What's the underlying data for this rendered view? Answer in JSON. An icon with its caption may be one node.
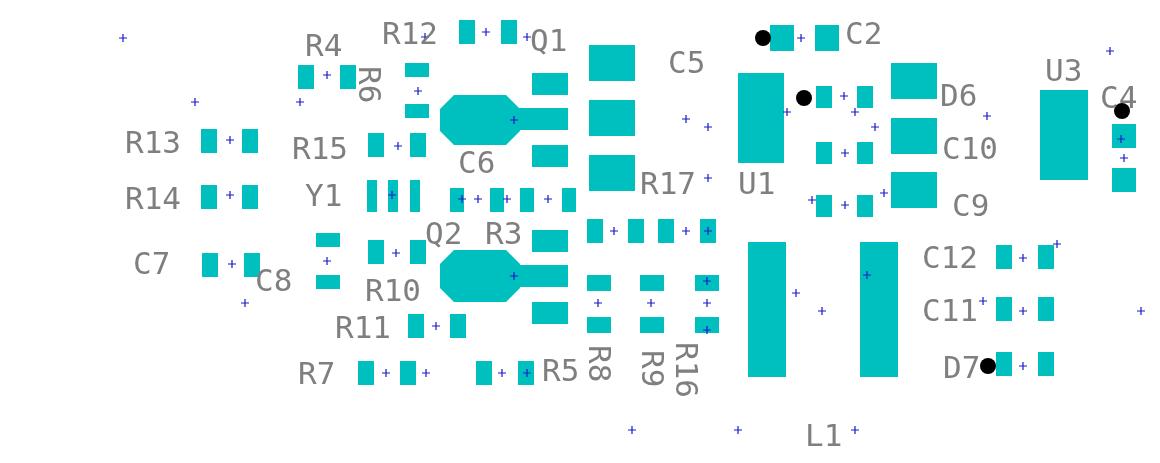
{
  "diagram": {
    "labels": [
      "R12",
      "Q1",
      "C2",
      "R4",
      "C5",
      "R6",
      "U3",
      "D6",
      "C4",
      "R13",
      "R15",
      "C6",
      "C10",
      "R14",
      "Y1",
      "R17",
      "U1",
      "C9",
      "Q2",
      "R3",
      "C7",
      "C12",
      "C8",
      "R10",
      "C11",
      "R11",
      "R7",
      "R5",
      "R8",
      "R9",
      "R16",
      "D7",
      "L1"
    ]
  }
}
